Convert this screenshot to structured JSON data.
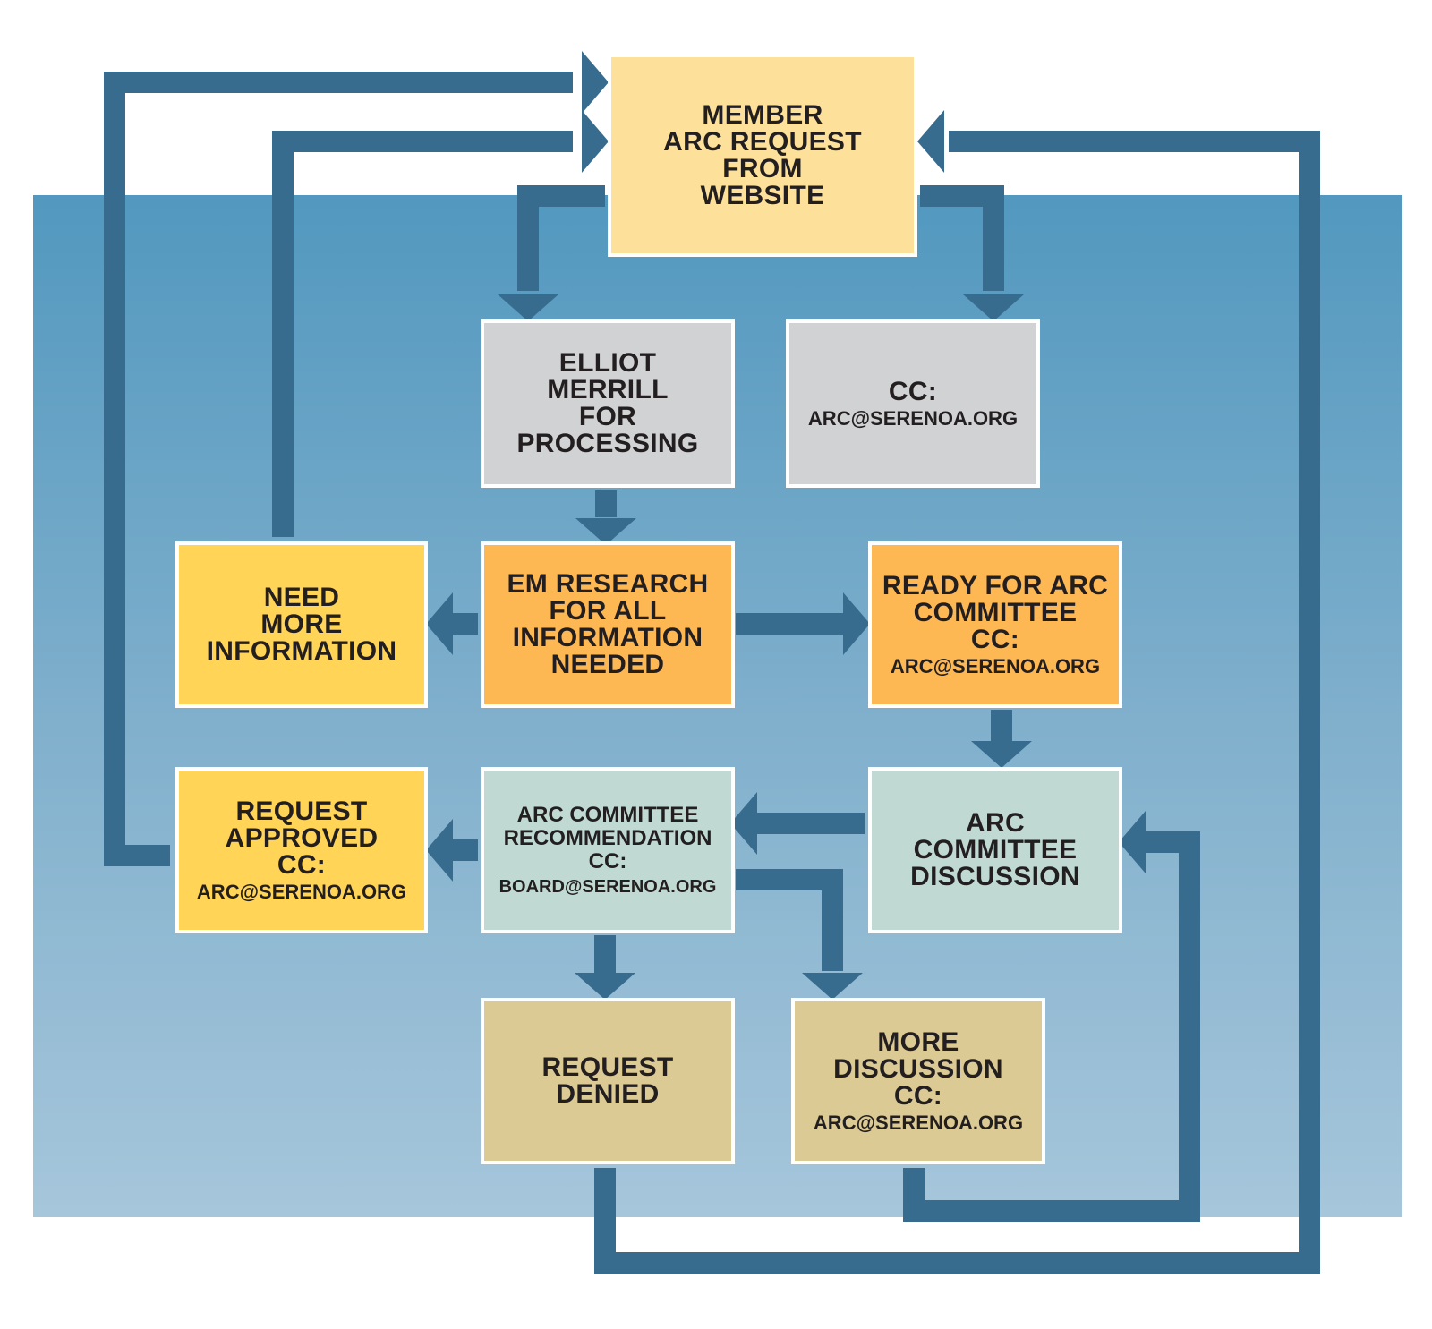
{
  "colors": {
    "arrow": "#386c8e",
    "request": "#fde19a",
    "processing": "#d1d2d4",
    "research": "#fdb853",
    "need_info": "#ffd457",
    "committee": "#c0dad3",
    "outcome": "#dcca95"
  },
  "nodes": {
    "member_request": {
      "lines": [
        "MEMBER",
        "ARC REQUEST",
        "FROM",
        "WEBSITE"
      ]
    },
    "elliot_merrill": {
      "lines": [
        "ELLIOT",
        "MERRILL",
        "FOR",
        "PROCESSING"
      ]
    },
    "cc_arc": {
      "title": "CC:",
      "email": "ARC@SERENOA.ORG"
    },
    "need_more_info": {
      "lines": [
        "NEED",
        "MORE",
        "INFORMATION"
      ]
    },
    "em_research": {
      "lines": [
        "EM RESEARCH",
        "FOR ALL",
        "INFORMATION",
        "NEEDED"
      ]
    },
    "ready_for_arc": {
      "lines": [
        "READY FOR ARC",
        "COMMITTEE",
        "CC:"
      ],
      "email": "ARC@SERENOA.ORG"
    },
    "request_approved": {
      "lines": [
        "REQUEST",
        "APPROVED",
        "CC:"
      ],
      "email": "ARC@SERENOA.ORG"
    },
    "arc_recommendation": {
      "lines": [
        "ARC COMMITTEE",
        "RECOMMENDATION",
        "CC:"
      ],
      "email": "BOARD@SERENOA.ORG"
    },
    "arc_discussion": {
      "lines": [
        "ARC",
        "COMMITTEE",
        "DISCUSSION"
      ]
    },
    "request_denied": {
      "lines": [
        "REQUEST",
        "DENIED"
      ]
    },
    "more_discussion": {
      "lines": [
        "MORE",
        "DISCUSSION",
        "CC:"
      ],
      "email": "ARC@SERENOA.ORG"
    }
  }
}
